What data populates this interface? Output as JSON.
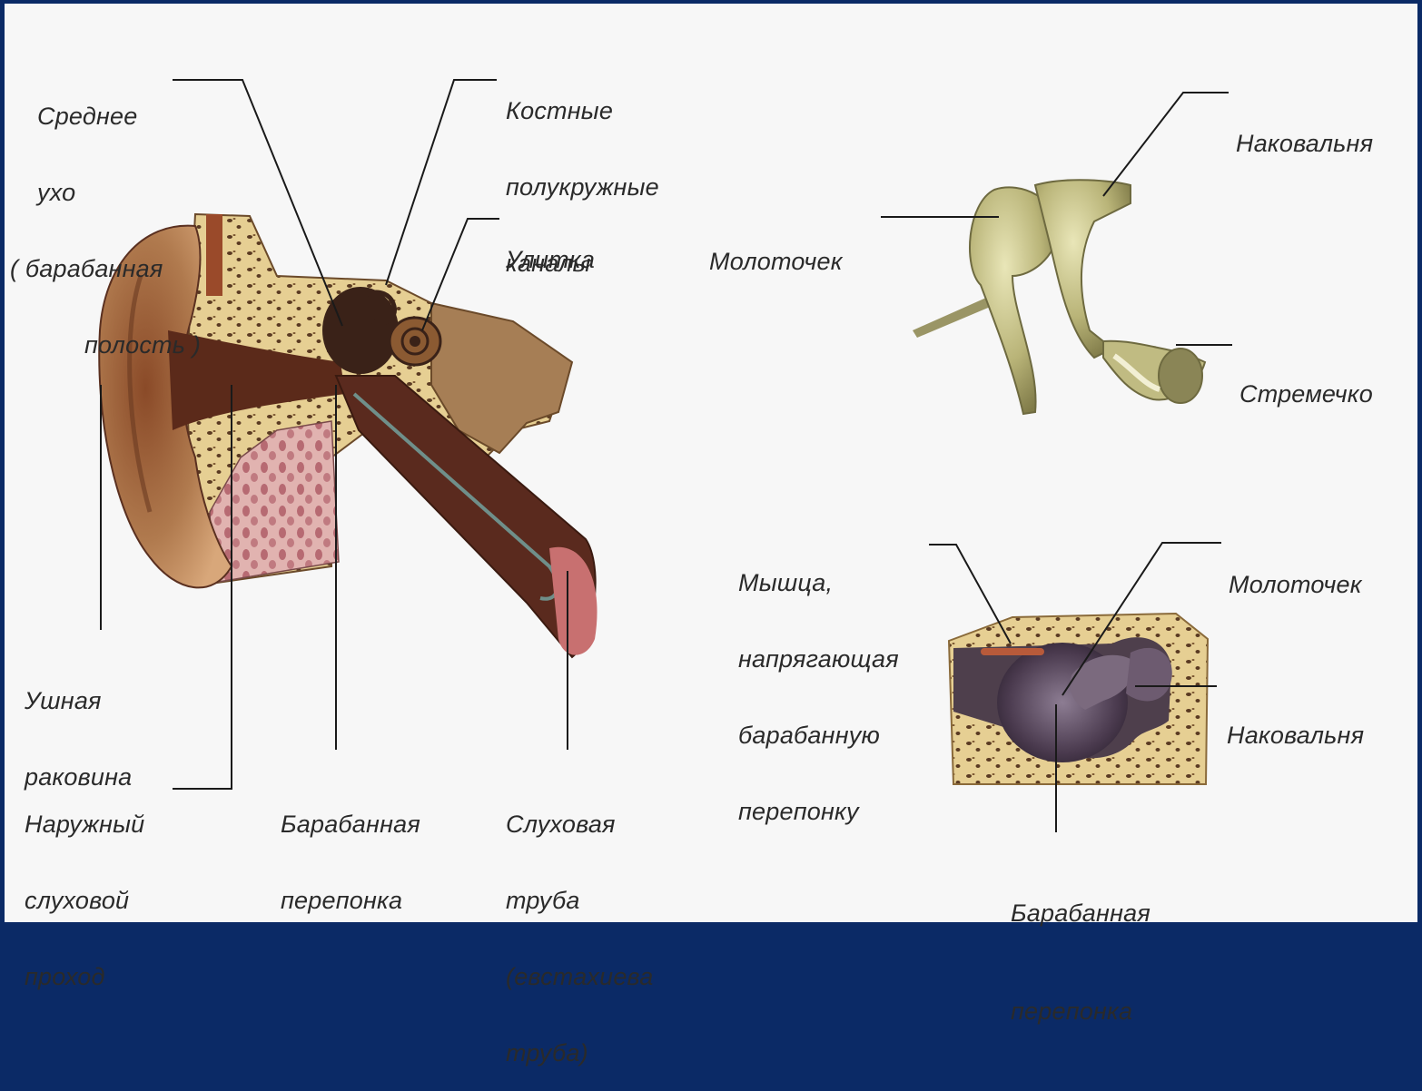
{
  "labels": {
    "middle_ear": [
      "Среднее",
      "ухо",
      "( барабанная",
      "полость )"
    ],
    "semicircular": [
      "Костные",
      "полукружные",
      "каналы"
    ],
    "cochlea": [
      "Улитка"
    ],
    "auricle": [
      "Ушная",
      "раковина"
    ],
    "ext_canal": [
      "Наружный",
      "слуховой",
      "проход"
    ],
    "eardrum": [
      "Барабанная",
      "перепонка"
    ],
    "eustachian": [
      "Слуховая",
      "труба",
      "(евстахиева",
      "труба)"
    ],
    "incus_top": [
      "Наковальня"
    ],
    "malleus_top": [
      "Молоточек"
    ],
    "stapes": [
      "Стремечко"
    ],
    "muscle": [
      "Мышца,",
      "напрягающая",
      "барабанную",
      "перепонку"
    ],
    "malleus_bottom": [
      "Молоточек"
    ],
    "incus_bottom": [
      "Наковальня"
    ],
    "eardrum_bottom": [
      "Барабанная",
      "перепонка"
    ]
  },
  "colors": {
    "frame": "#0b2a66",
    "background": "#f7f7f7",
    "bone": "#e3c98a",
    "bone_dark": "#b8944e",
    "flesh": "#b07a4e",
    "dark_tissue": "#5a2a1e",
    "pink": "#d8a0a0",
    "ossicle": "#c9c48a",
    "purple_cavity": "#5a4658"
  }
}
